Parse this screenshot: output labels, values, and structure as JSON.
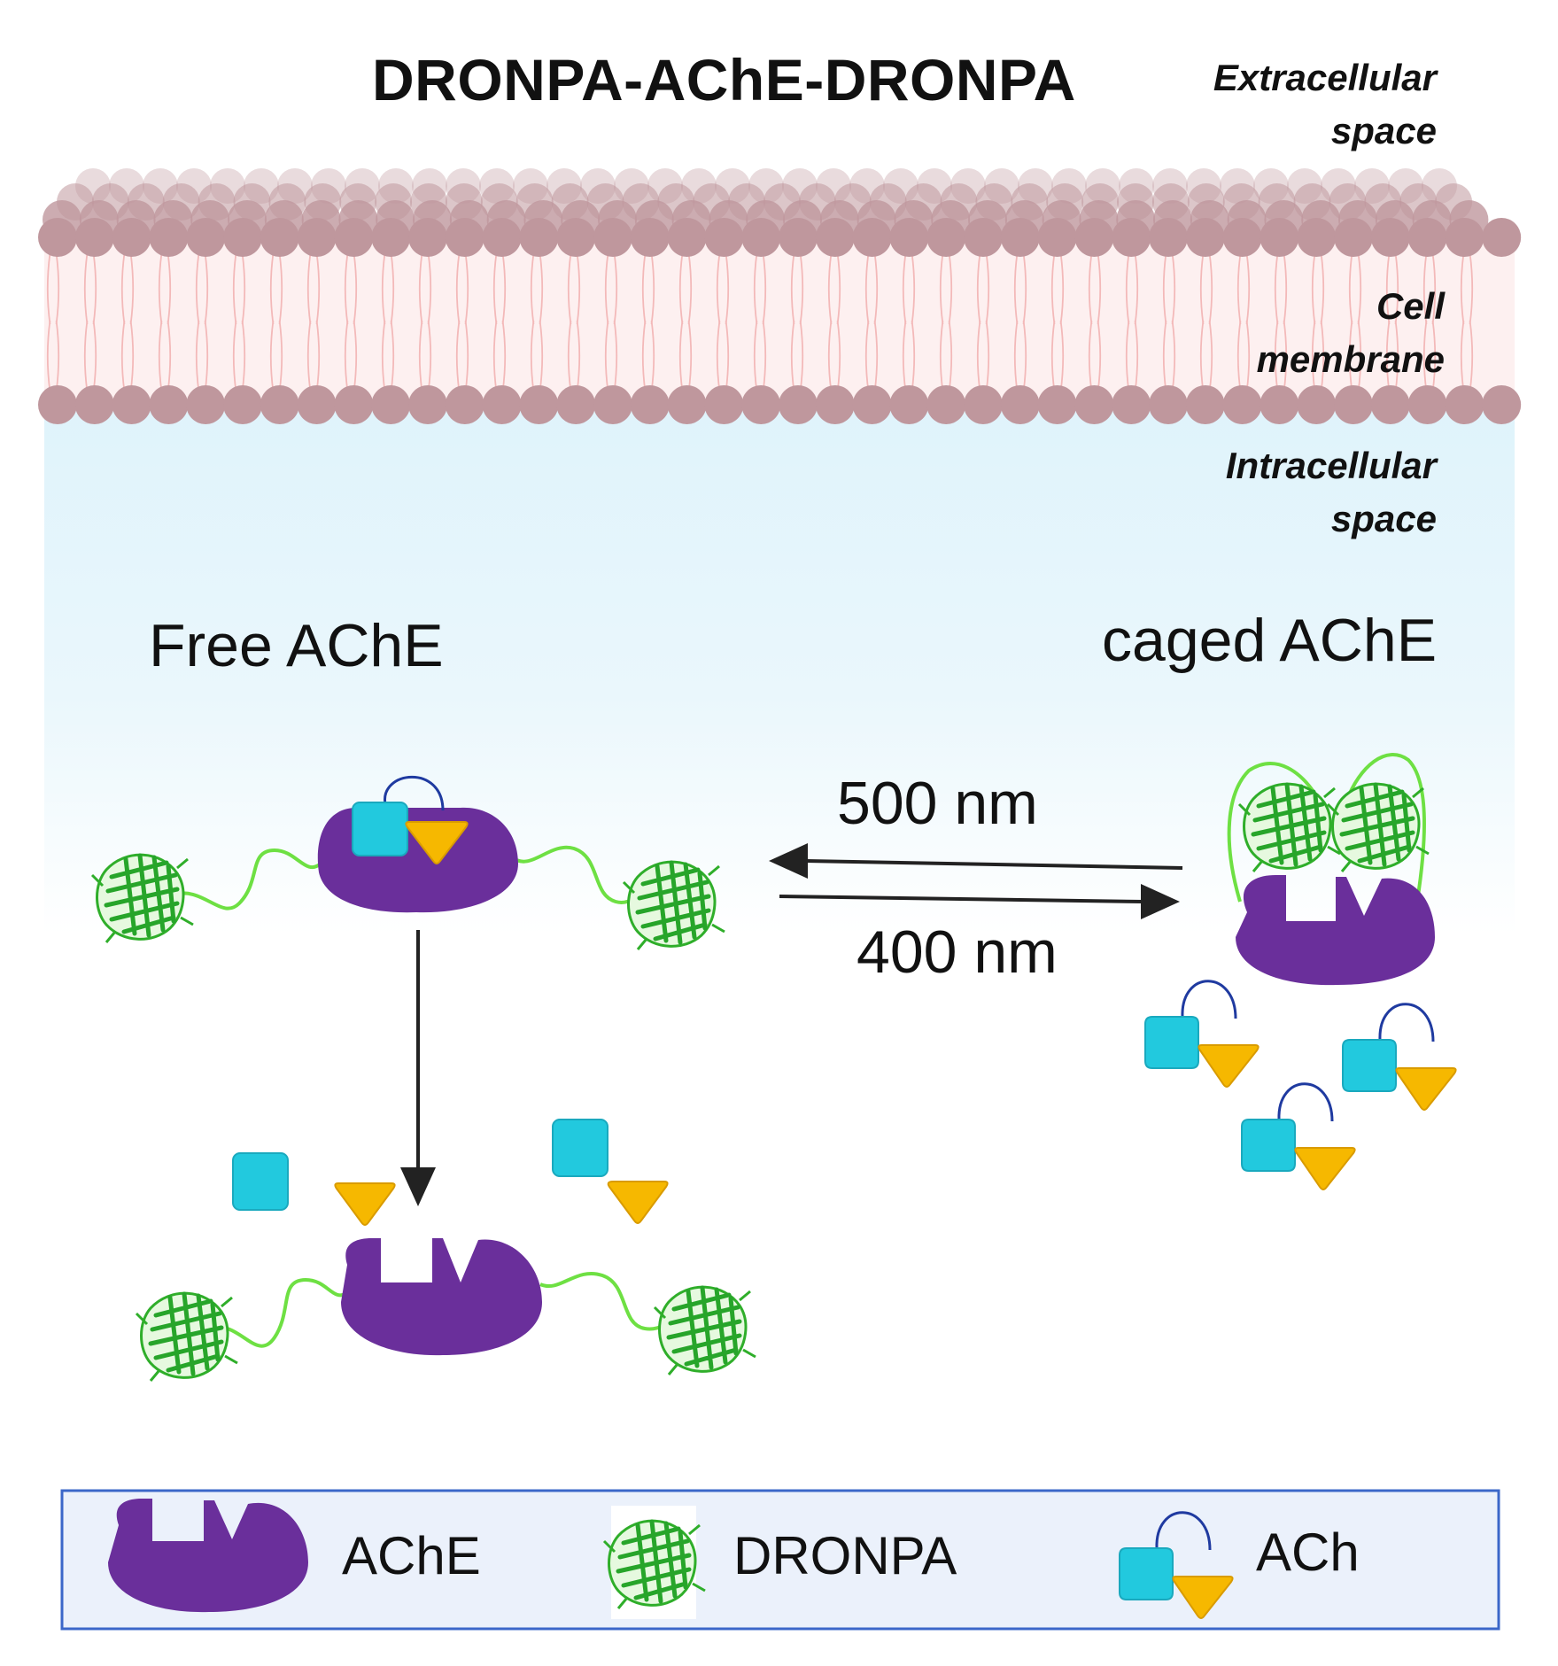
{
  "title": "DRONPA-AChE-DRONPA",
  "regions": {
    "extracellular_line1": "Extracellular",
    "extracellular_line2": "space",
    "membrane_line1": "Cell",
    "membrane_line2": "membrane",
    "intracellular_line1": "Intracellular",
    "intracellular_line2": "space"
  },
  "states": {
    "free": "Free  AChE",
    "caged": "caged AChE"
  },
  "transitions": {
    "to_free": "500 nm",
    "to_caged": "400 nm"
  },
  "legend": {
    "enzyme": "AChE",
    "fluorescent_protein": "DRONPA",
    "substrate": "ACh"
  },
  "colors": {
    "enzyme": "#6a2f9b",
    "dronpa": "#3fbf35",
    "choline": "#22c9de",
    "acetyl": "#f6b800",
    "membrane_head": "#bf979d",
    "intracellular": "#dff3fb",
    "legend_border": "#3b67c9"
  }
}
